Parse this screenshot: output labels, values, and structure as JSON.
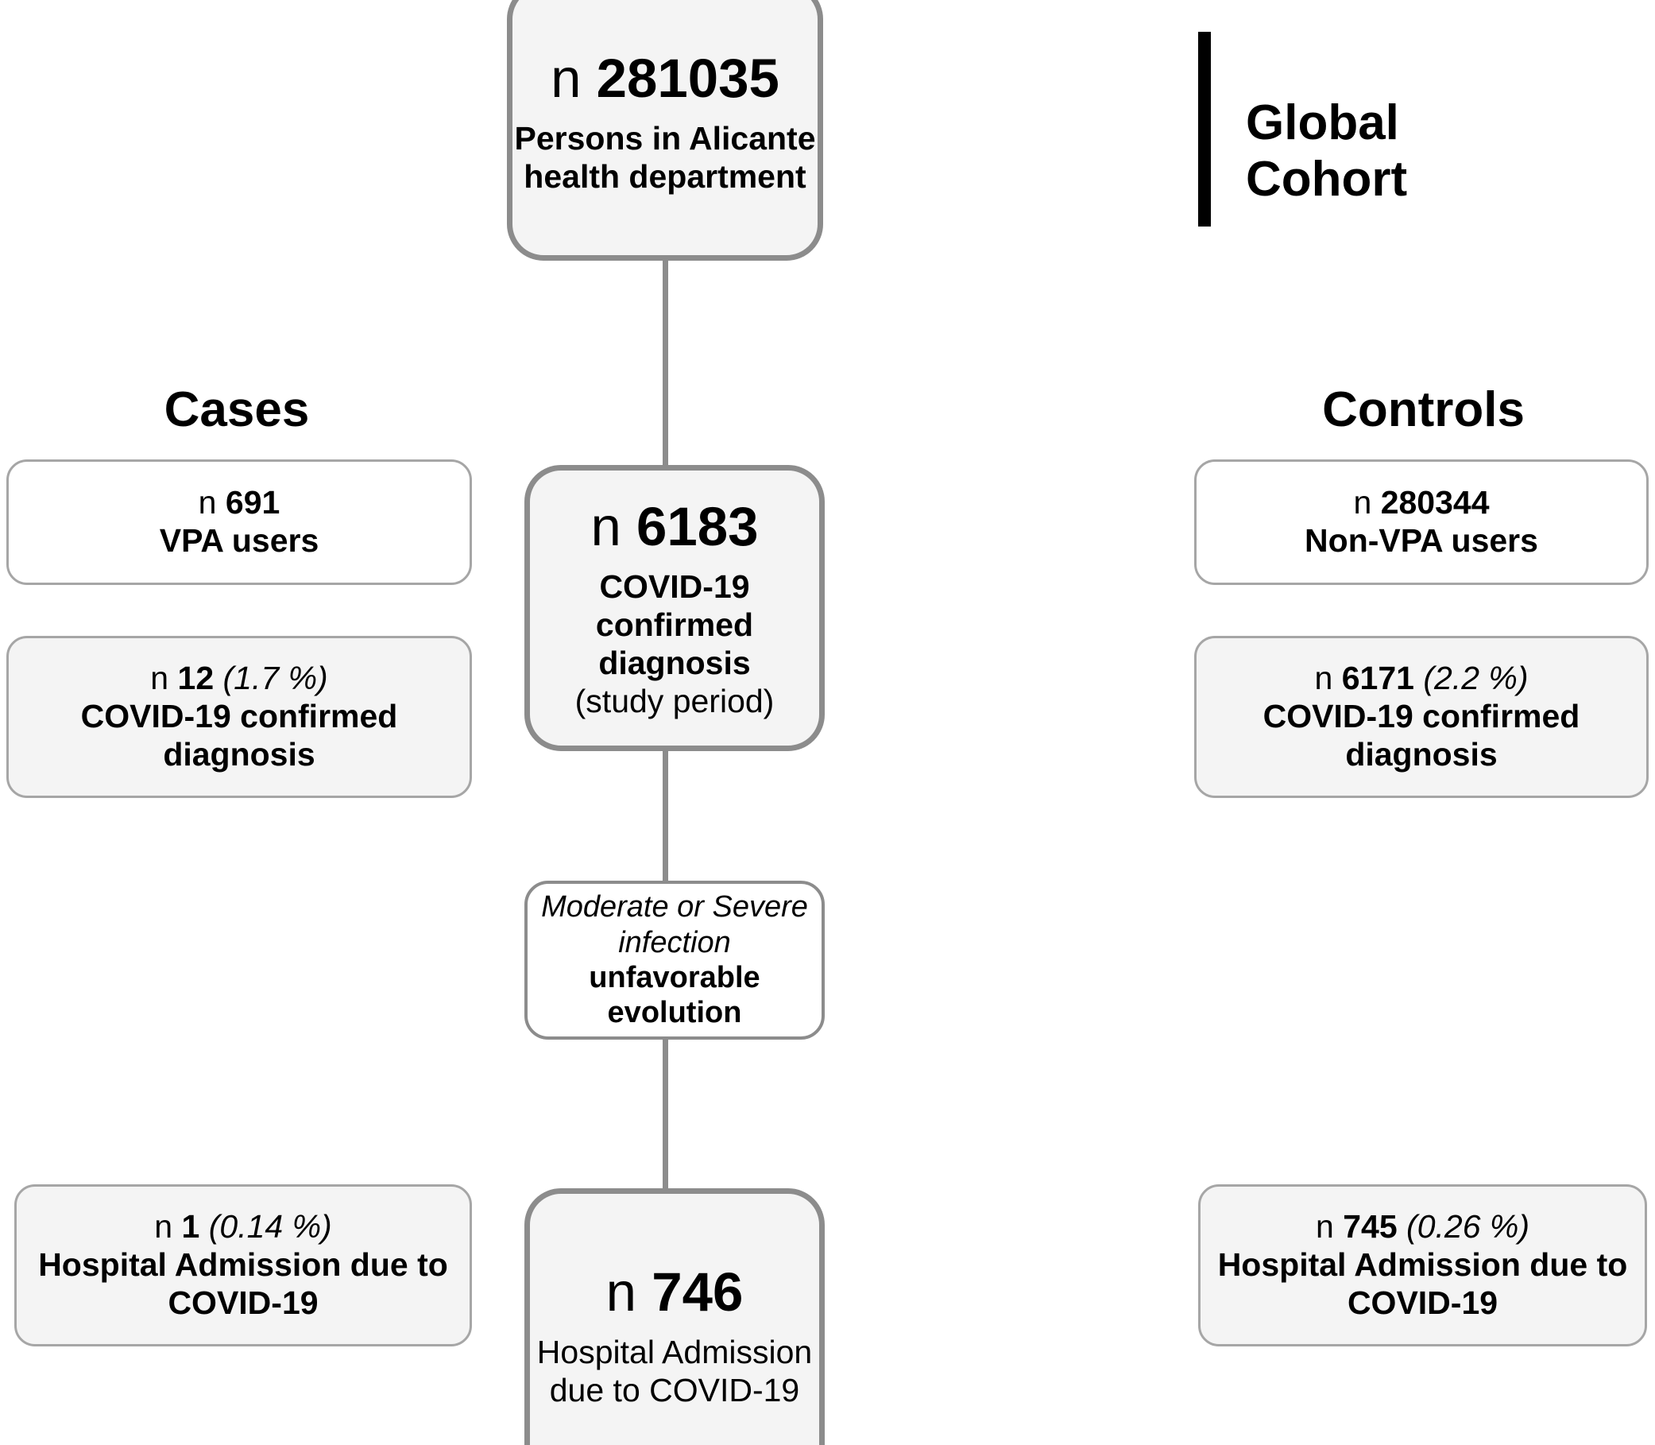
{
  "diagram": {
    "title": "COVID-19 VPA cohort study flow diagram",
    "colors": {
      "box_fill_gray": "#f4f4f4",
      "box_fill_white": "#ffffff",
      "border_thick": "#8c8c8c",
      "border_thin": "#a6a6a6",
      "connector": "#8c8c8c",
      "accent_rule": "#000000",
      "text": "#000000"
    }
  },
  "annotation": {
    "cohort_label": "Global\nCohort"
  },
  "columns": {
    "left_heading": "Cases",
    "right_heading": "Controls"
  },
  "center": {
    "top": {
      "n_prefix": "n",
      "n_value": "281035",
      "description": "Persons in Alicante health department"
    },
    "middle": {
      "n_prefix": "n",
      "n_value": "6183",
      "description": "COVID-19 confirmed diagnosis",
      "note": "(study period)"
    },
    "criteria": {
      "italic_text": "Moderate or Severe infection",
      "bold_text": "unfavorable evolution"
    },
    "bottom": {
      "n_prefix": "n",
      "n_value": "746",
      "description": "Hospital Admission due to COVID-19"
    }
  },
  "cases": [
    {
      "n_prefix": "n",
      "n_value": "691",
      "percent": "",
      "description": "VPA users"
    },
    {
      "n_prefix": "n",
      "n_value": "12",
      "percent": "(1.7 %)",
      "description": "COVID-19 confirmed diagnosis"
    },
    {
      "n_prefix": "n",
      "n_value": "1",
      "percent": "(0.14 %)",
      "description": "Hospital Admission due to COVID-19"
    }
  ],
  "controls": [
    {
      "n_prefix": "n",
      "n_value": "280344",
      "percent": "",
      "description": "Non-VPA users"
    },
    {
      "n_prefix": "n",
      "n_value": "6171",
      "percent": "(2.2 %)",
      "description": "COVID-19 confirmed diagnosis"
    },
    {
      "n_prefix": "n",
      "n_value": "745",
      "percent": "(0.26 %)",
      "description": "Hospital Admission due to COVID-19"
    }
  ],
  "chart_data": {
    "type": "table",
    "title": "COVID-19 VPA cohort study flow diagram",
    "categories": [
      "Global Cohort",
      "Cases (VPA users)",
      "Controls (Non-VPA users)"
    ],
    "series": [
      {
        "name": "Persons in Alicante health department",
        "values": [
          281035,
          691,
          280344
        ]
      },
      {
        "name": "COVID-19 confirmed diagnosis",
        "values": [
          6183,
          12,
          6171
        ]
      },
      {
        "name": "COVID-19 confirmed diagnosis (%)",
        "values": [
          null,
          1.7,
          2.2
        ]
      },
      {
        "name": "Hospital Admission due to COVID-19",
        "values": [
          746,
          1,
          745
        ]
      },
      {
        "name": "Hospital Admission due to COVID-19 (%)",
        "values": [
          null,
          0.14,
          0.26
        ]
      }
    ]
  }
}
